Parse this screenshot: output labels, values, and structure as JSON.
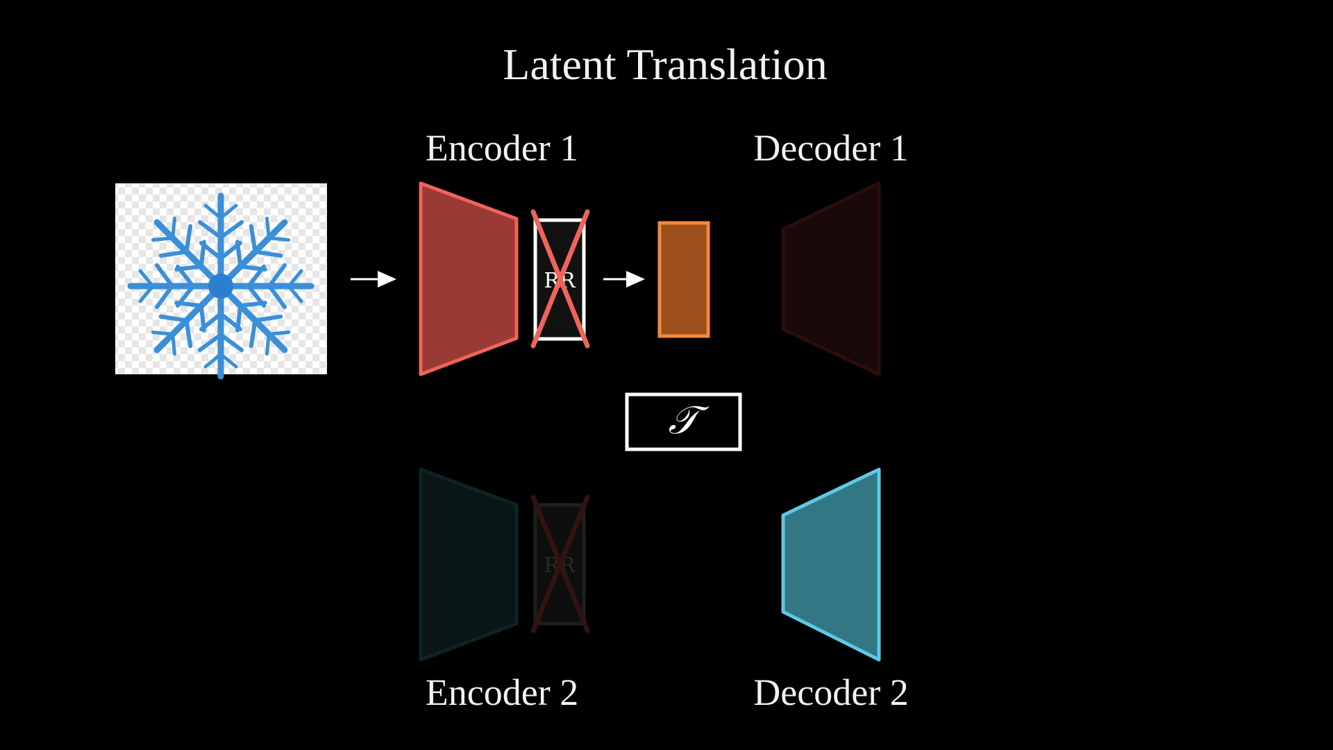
{
  "title": "Latent Translation",
  "encoder1": {
    "label": "Encoder 1",
    "block_text": "RR"
  },
  "decoder1": {
    "label": "Decoder 1"
  },
  "encoder2": {
    "label": "Encoder 2",
    "block_text": "RR"
  },
  "decoder2": {
    "label": "Decoder 2"
  },
  "translation_box": {
    "symbol": "𝒯"
  },
  "input_image": {
    "icon": "snowflake-image"
  },
  "colors": {
    "background": "#000000",
    "encoder1": "#f0645a",
    "encoder1_fill": "#9a3a36",
    "latent": "#f5883a",
    "latent_fill": "#9c4e1c",
    "decoder2": "#5ec8e6",
    "decoder2_fill": "#347784",
    "faded_red": "#2a0e0c",
    "faded_cyan": "#0d2326"
  }
}
